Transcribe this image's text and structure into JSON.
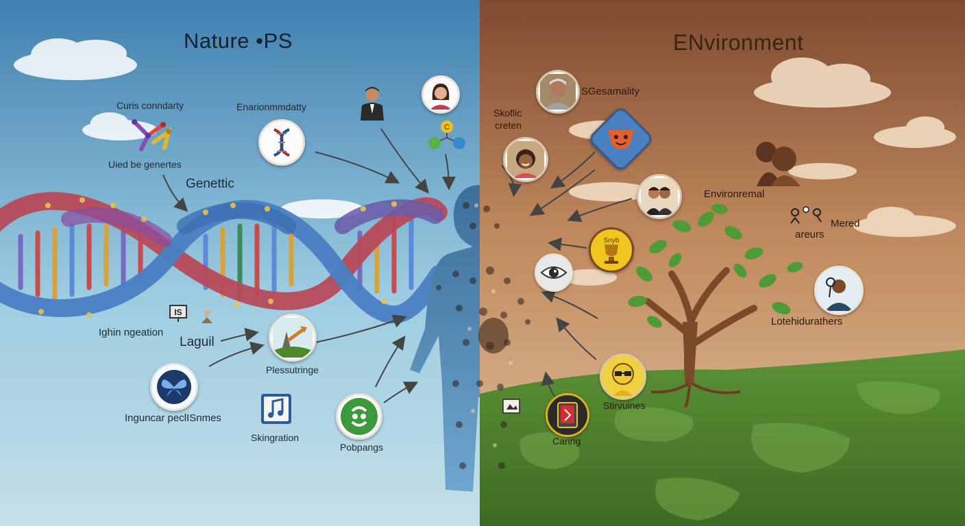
{
  "titles": {
    "nature": "Nature •PS",
    "environment": "ENvironment"
  },
  "left_labels": {
    "curis": "Curis conndarty",
    "enarionm": "Enarionmmdatty",
    "uied": "Uied be genertes",
    "genetic": "Genettic",
    "ighin": "Ighin ngeation",
    "laguil": "Laguil",
    "plessutringe": "Plessutringe",
    "inguncar": "Inguncar peclISnmes",
    "skingration": "Skingration",
    "pobpangs": "Pobpangs"
  },
  "right_labels": {
    "sgesamality": "SGesamality",
    "skoflic": "Skoflic",
    "creten": "creten",
    "environremal": "Environremal",
    "mered": "Mered",
    "areurs": "areurs",
    "lotehidurathers": "Lotehidurathers",
    "stirvuines": "Stirvuines",
    "caring": "Caring"
  },
  "icon_text": {
    "is_sign": "IS",
    "gold_badge": "Snyb",
    "atom_c": "C"
  },
  "colors": {
    "sky_top": "#3f7fb0",
    "sky_bottom": "#c4e0ea",
    "earth_top": "#7e4a30",
    "earth_bottom": "#d9b48c",
    "grass": "#4d7d2c",
    "tree_trunk": "#7a4a2a",
    "leaf": "#4e9a34"
  },
  "icons": [
    "dna-molecule-icon",
    "businessman-icon",
    "woman-portrait-icon",
    "atom-icon",
    "sign-icon",
    "hourglass-icon",
    "hill-arrow-icon",
    "butterfly-icon",
    "music-note-icon",
    "green-cycle-icon",
    "elder-portrait-icon",
    "mask-icon",
    "child-portrait-icon",
    "couple-portrait-icon",
    "trophy-icon",
    "eye-icon",
    "family-silhouette-icon",
    "puzzle-people-icon",
    "worker-portrait-icon",
    "glasses-face-icon",
    "tablet-icon",
    "tree-icon",
    "human-figure-icon"
  ]
}
